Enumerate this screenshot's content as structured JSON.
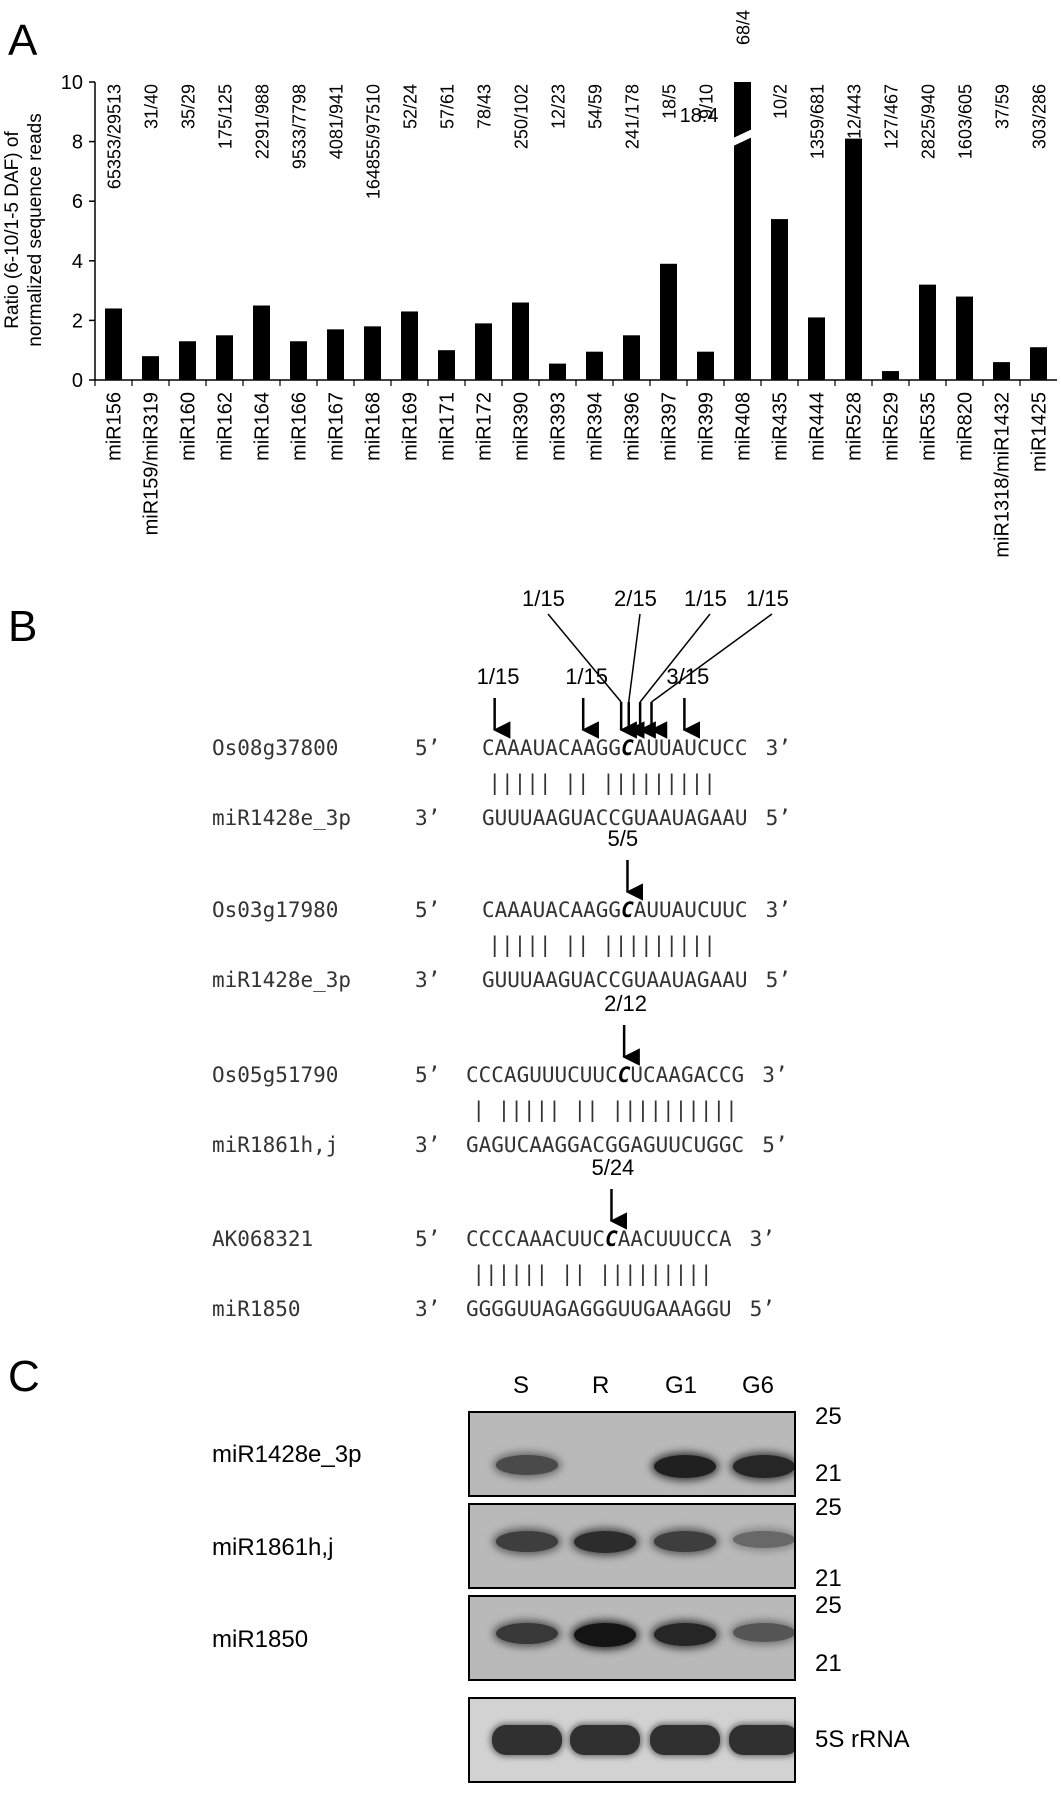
{
  "panels": {
    "a": "A",
    "b": "B",
    "c": "C"
  },
  "chart_data": {
    "type": "bar",
    "ylabel_line1": "Ratio (6-10/1-5 DAF) of",
    "ylabel_line2": "normalized sequence reads",
    "ylim": [
      0,
      10
    ],
    "yticks": [
      "0",
      "2",
      "4",
      "6",
      "8",
      "10"
    ],
    "categories": [
      "miR156",
      "miR159/miR319",
      "miR160",
      "miR162",
      "miR164",
      "miR166",
      "miR167",
      "miR168",
      "miR169",
      "miR171",
      "miR172",
      "miR390",
      "miR393",
      "miR394",
      "miR396",
      "miR397",
      "miR399",
      "miR408",
      "miR435",
      "miR444",
      "miR528",
      "miR529",
      "miR535",
      "miR820",
      "miR1318/miR1432",
      "miR1425"
    ],
    "values": [
      2.4,
      0.8,
      1.3,
      1.5,
      2.5,
      1.3,
      1.7,
      1.8,
      2.3,
      1.0,
      1.9,
      2.6,
      0.55,
      0.95,
      1.5,
      3.9,
      0.95,
      18.4,
      5.4,
      2.1,
      8.1,
      0.3,
      3.2,
      2.8,
      0.6,
      1.1
    ],
    "annotations": [
      "65353/29513",
      "31/40",
      "35/29",
      "175/125",
      "2291/988",
      "9533/7798",
      "4081/941",
      "164855/97510",
      "52/24",
      "57/61",
      "78/43",
      "250/102",
      "12/23",
      "54/59",
      "241/178",
      "18/5",
      "9/10",
      "68/4",
      "10/2",
      "1359/681",
      "3312/443",
      "127/467",
      "2825/940",
      "1603/605",
      "37/59",
      "303/286"
    ],
    "broken_bar_label": "18.4"
  },
  "panel_b": {
    "groups": [
      {
        "target": "Os08g37800",
        "t_end5": "5’",
        "t_seq": "CAAAUACAAGG",
        "t_cut": "C",
        "t_rest": "AUUAUCUCC",
        "t_end3": "3’",
        "pairs": "||||| || |||||||||",
        "mir": "miR1428e_3p",
        "m_end3": "3’",
        "m_seq": "GUUUAAGUACCGUAAUAGAAU",
        "m_end5": "5’",
        "fractions": [
          "1/15",
          "1/15",
          "1/15",
          "2/15",
          "1/15",
          "1/15",
          "3/15"
        ]
      },
      {
        "target": "Os03g17980",
        "t_end5": "5’",
        "t_seq": "CAAAUACAAGG",
        "t_cut": "C",
        "t_rest": "AUUAUCUUC",
        "t_end3": "3’",
        "pairs": "||||| || |||||||||",
        "mir": "miR1428e_3p",
        "m_end3": "3’",
        "m_seq": "GUUUAAGUACCGUAAUAGAAU",
        "m_end5": "5’",
        "fractions": [
          "5/5"
        ]
      },
      {
        "target": "Os05g51790",
        "t_end5": "5’",
        "t_seq": "CCCAGUUUCUUC",
        "t_cut": "C",
        "t_rest": "UCAAGACCG",
        "t_end3": "3’",
        "pairs": "| ||||| || ||||||||||",
        "mir": "miR1861h,j",
        "m_end3": "3’",
        "m_seq": "GAGUCAAGGACGGAGUUCUGGC",
        "m_end5": "5’",
        "fractions": [
          "2/12"
        ]
      },
      {
        "target": "AK068321",
        "t_end5": "5’",
        "t_seq": "CCCCAAACUUC",
        "t_cut": "C",
        "t_rest": "AACUUUCCA",
        "t_end3": "3’",
        "pairs": "|||||| || |||||||||",
        "mir": "miR1850",
        "m_end3": "3’",
        "m_seq": "GGGGUUAGAGGGUUGAAAGGU",
        "m_end5": "5’",
        "fractions": [
          "5/24"
        ]
      }
    ]
  },
  "panel_c": {
    "lanes": [
      "S",
      "R",
      "G1",
      "G6"
    ],
    "blots": [
      {
        "label": "miR1428e_3p",
        "size_top": "25",
        "size_bottom": "21",
        "signal": [
          0.55,
          0.0,
          0.9,
          0.85
        ]
      },
      {
        "label": "miR1861h,j",
        "size_top": "25",
        "size_bottom": "21",
        "signal": [
          0.65,
          0.8,
          0.65,
          0.3
        ]
      },
      {
        "label": "miR1850",
        "size_top": "25",
        "size_bottom": "21",
        "signal": [
          0.7,
          1.0,
          0.85,
          0.45
        ]
      }
    ],
    "loading_label": "5S rRNA"
  }
}
